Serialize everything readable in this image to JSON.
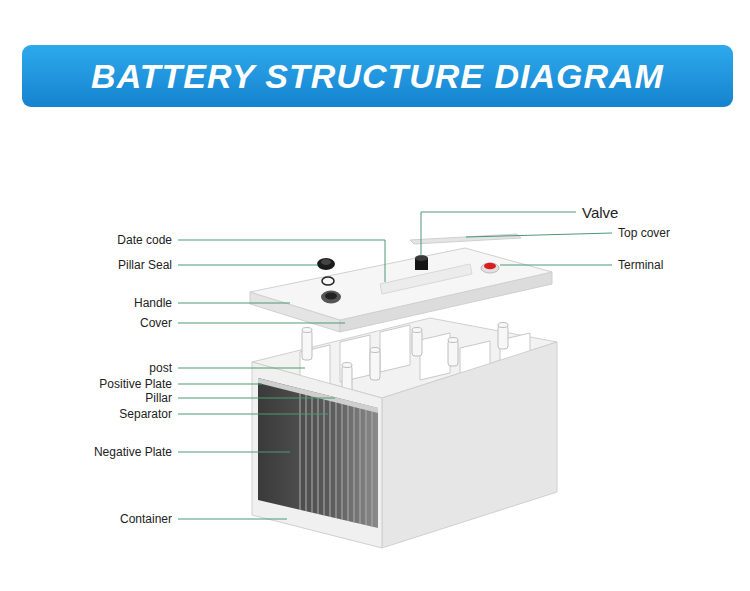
{
  "diagram": {
    "title": "BATTERY STRUCTURE DIAGRAM",
    "labels": [
      "Date code",
      "Pillar Seal",
      "Handle",
      "Cover",
      "post",
      "Positive Plate",
      "Pillar",
      "Separator",
      "Negative Plate",
      "Container",
      "Valve",
      "Top cover",
      "Terminal"
    ]
  }
}
